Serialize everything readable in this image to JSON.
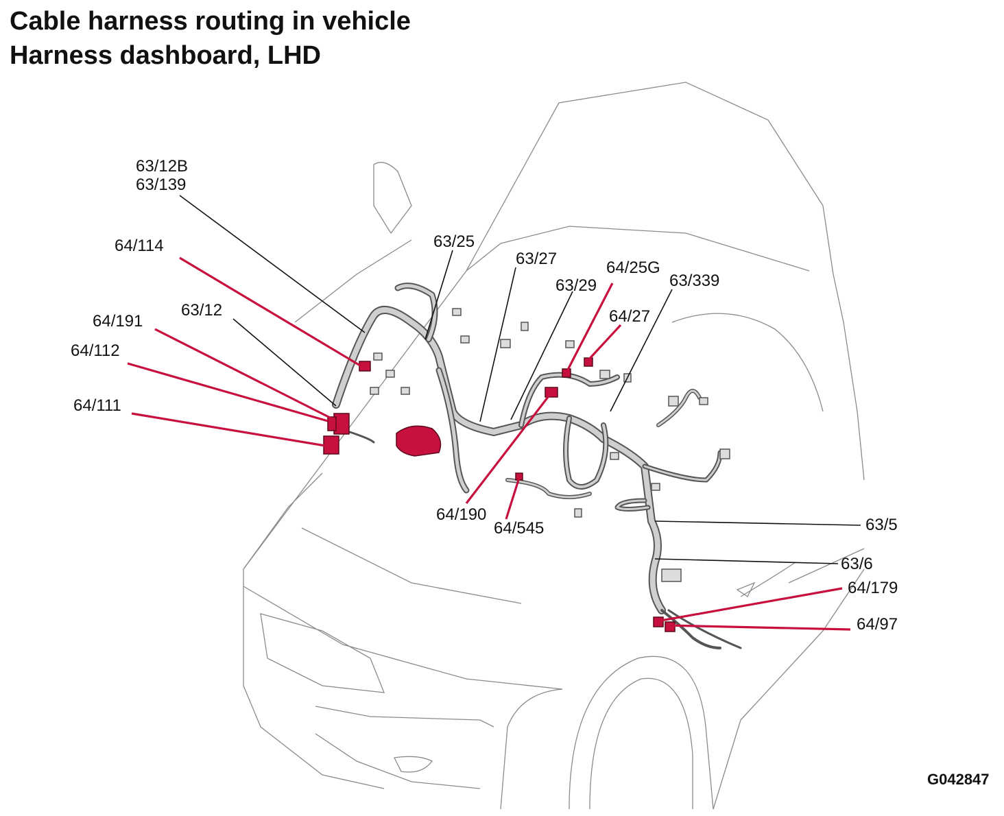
{
  "title": {
    "line1": "Cable harness routing in vehicle",
    "line2": "Harness dashboard, LHD"
  },
  "figure_id": "G042847",
  "colors": {
    "highlight": "#c8103e",
    "outline": "#8a8a8a",
    "harness": "#b8b8b8",
    "leader_black": "#111111"
  },
  "labels": {
    "l_63_12B": "63/12B",
    "l_63_139": "63/139",
    "l_64_114": "64/114",
    "l_63_12": "63/12",
    "l_64_191": "64/191",
    "l_64_112": "64/112",
    "l_64_111": "64/111",
    "l_63_25": "63/25",
    "l_63_27": "63/27",
    "l_63_29": "63/29",
    "l_64_25G": "64/25G",
    "l_63_339": "63/339",
    "l_64_27": "64/27",
    "l_64_190": "64/190",
    "l_64_545": "64/545",
    "l_63_5": "63/5",
    "l_63_6": "63/6",
    "l_64_179": "64/179",
    "l_64_97": "64/97"
  }
}
